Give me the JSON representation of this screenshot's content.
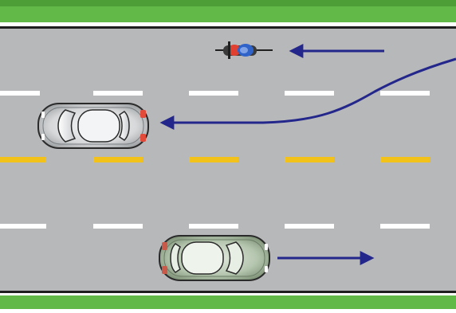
{
  "scene": {
    "description_visible_text": "",
    "colors": {
      "grass": "#63b947",
      "grass_dark": "#4e9e38",
      "road": "#b7b8ba",
      "road_edge": "#1f1f1f",
      "white_dash": "#ffffff",
      "yellow_dash": "#f2c21b",
      "arrow": "#23268a",
      "car_gray": "#d9dbdd",
      "car_green": "#b8c8b3",
      "brake_light": "#e24a3a",
      "motorbike_red": "#e0402f",
      "motorbike_blue": "#2f63c9"
    },
    "lanes": {
      "upper_left_lanes": 2,
      "lower_right_lanes": 2
    },
    "vehicles": [
      {
        "id": "motorcycle",
        "icon": "motorcycle-icon",
        "heading": "left"
      },
      {
        "id": "gray-car",
        "icon": "car-icon",
        "heading": "left",
        "lane_change": true
      },
      {
        "id": "green-car",
        "icon": "car-icon",
        "heading": "right"
      }
    ]
  }
}
